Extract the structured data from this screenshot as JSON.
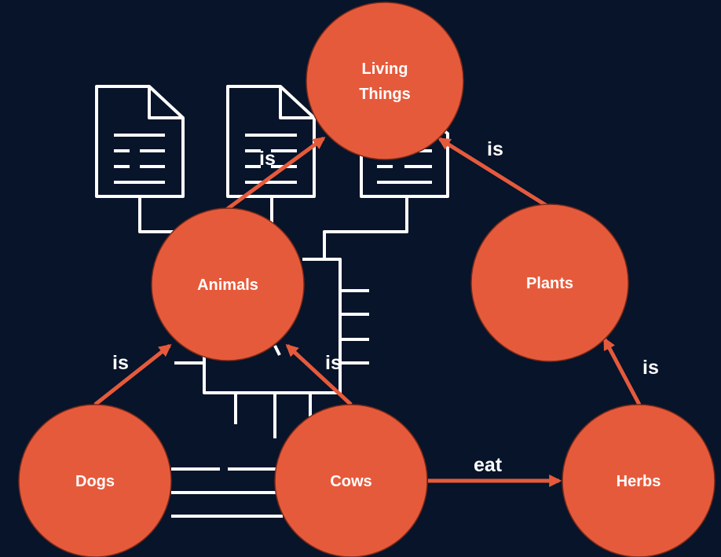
{
  "diagram": {
    "colors": {
      "background": "#07142a",
      "node_fill": "#e65a3c",
      "edge": "#e65a3c",
      "text": "#ffffff",
      "icon_stroke": "#ffffff"
    },
    "background_icons": [
      "document-icon",
      "document-icon",
      "document-icon",
      "circuit-chip-icon"
    ],
    "nodes": [
      {
        "id": "living_things",
        "lines": [
          "Living",
          "Things"
        ]
      },
      {
        "id": "animals",
        "lines": [
          "Animals"
        ]
      },
      {
        "id": "plants",
        "lines": [
          "Plants"
        ]
      },
      {
        "id": "dogs",
        "lines": [
          "Dogs"
        ]
      },
      {
        "id": "cows",
        "lines": [
          "Cows"
        ]
      },
      {
        "id": "herbs",
        "lines": [
          "Herbs"
        ]
      }
    ],
    "edges": [
      {
        "from": "animals",
        "to": "living_things",
        "label": "is"
      },
      {
        "from": "plants",
        "to": "living_things",
        "label": "is"
      },
      {
        "from": "dogs",
        "to": "animals",
        "label": "is"
      },
      {
        "from": "cows",
        "to": "animals",
        "label": "is"
      },
      {
        "from": "herbs",
        "to": "plants",
        "label": "is"
      },
      {
        "from": "cows",
        "to": "herbs",
        "label": "eat"
      }
    ]
  }
}
